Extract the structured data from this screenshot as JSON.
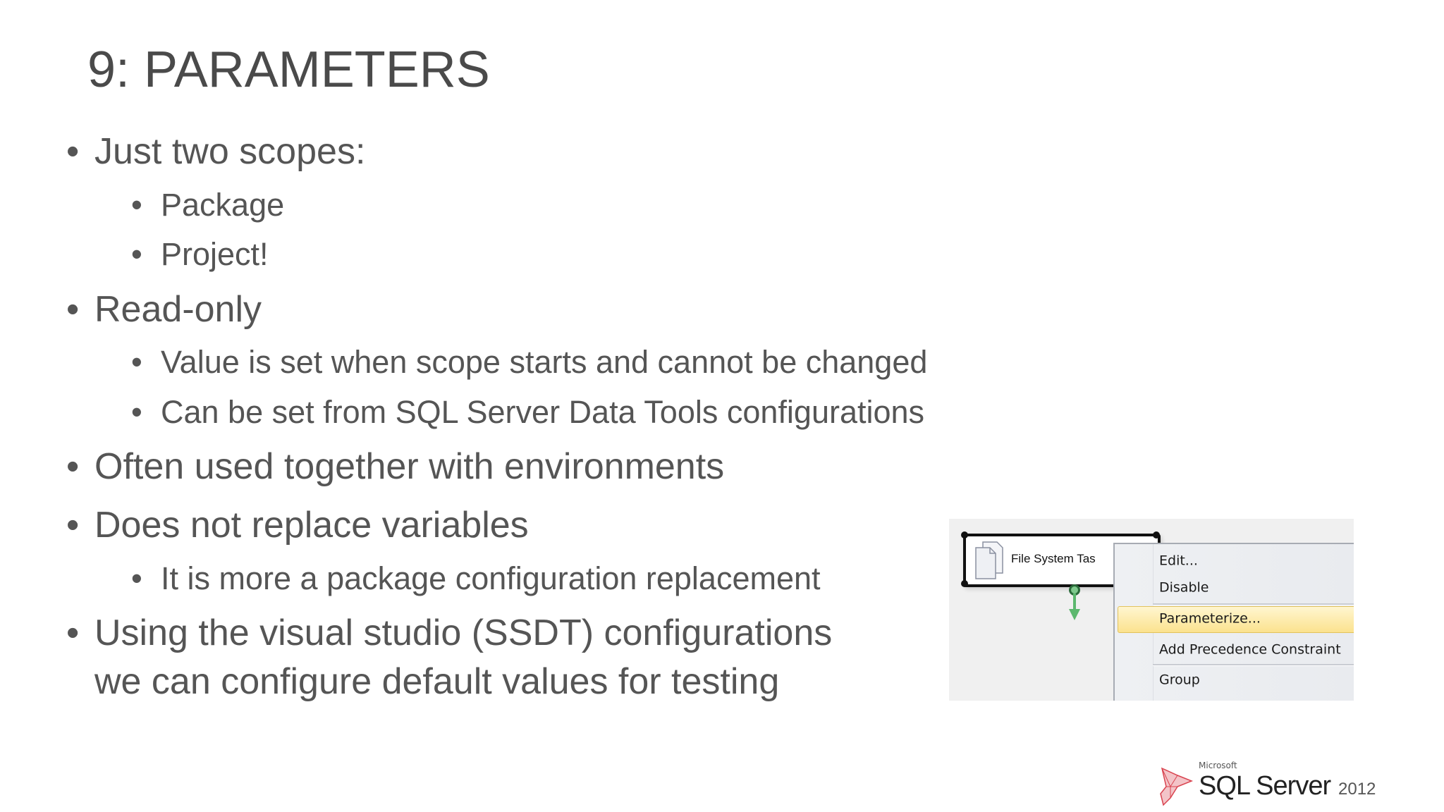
{
  "slide": {
    "title": "9: PARAMETERS",
    "bullet_glyph": "•",
    "bullets": [
      {
        "level": 1,
        "text": "Just two scopes:"
      },
      {
        "level": 2,
        "text": "Package"
      },
      {
        "level": 2,
        "text": "Project!"
      },
      {
        "level": 1,
        "text": "Read-only"
      },
      {
        "level": 2,
        "text": "Value is set when scope starts and cannot be changed"
      },
      {
        "level": 2,
        "text": "Can be set from SQL Server Data Tools configurations"
      },
      {
        "level": 1,
        "text": "Often used together with environments"
      },
      {
        "level": 1,
        "text": "Does not replace variables"
      },
      {
        "level": 2,
        "text": "It is more a package configuration replacement"
      },
      {
        "level": 1,
        "text": "Using the visual studio (SSDT) configurations"
      },
      {
        "level": 1,
        "text": "we can configure default values for testing"
      }
    ]
  },
  "screenshot": {
    "task_label": "File System Tas",
    "task_icon": "document-stack-icon",
    "menu_items": [
      "Edit...",
      "Disable",
      "Parameterize...",
      "Add Precedence Constraint",
      "Group"
    ],
    "highlighted_item": "Parameterize...",
    "highlight_color": "#fbe28e",
    "connector_color": "#5cb86e"
  },
  "logo": {
    "company": "Microsoft",
    "product": "SQL Server",
    "version": "2012"
  }
}
